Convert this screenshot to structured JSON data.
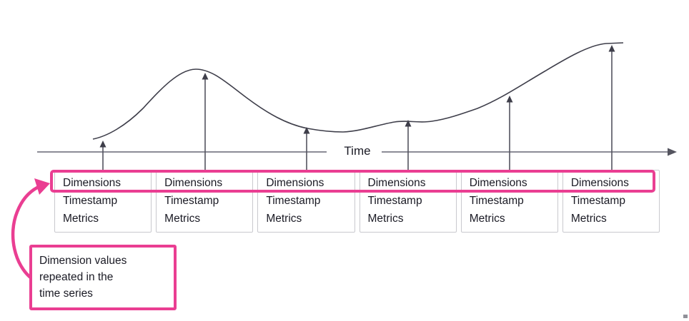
{
  "diagram": {
    "title_hint": "time-series records diagram",
    "axis_label": "Time",
    "records": {
      "count": 6,
      "fields": {
        "dimensions": "Dimensions",
        "timestamp": "Timestamp",
        "metrics": "Metrics"
      }
    },
    "callout": {
      "lines": {
        "0": "Dimension values",
        "1": "repeated in the",
        "2": "time series"
      }
    },
    "arrows": {
      "count": 6,
      "x_positions": [
        144,
        287,
        429,
        571,
        713,
        856
      ],
      "tip_y_positions": [
        197,
        102,
        178,
        168,
        134,
        63
      ]
    },
    "colors": {
      "accent_pink": "#ea3e92",
      "curve": "#3e3e4a",
      "axis_gray": "#7c7c87",
      "arrow_shaft": "#54545f",
      "box_border": "#c9c9ce",
      "text": "#1a1a24"
    }
  }
}
